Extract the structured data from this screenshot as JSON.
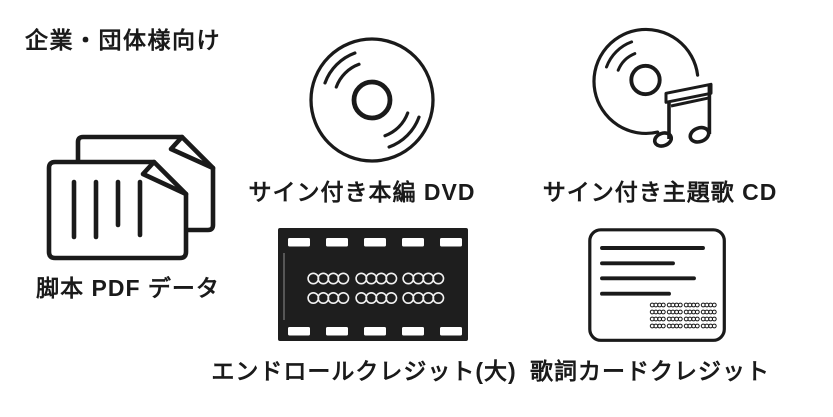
{
  "heading": "企業・団体様向け",
  "colors": {
    "ink": "#1a1a1a",
    "background": "#ffffff",
    "film_fill": "#1e1e1e",
    "film_detail": "#f2f2f2"
  },
  "items": [
    {
      "id": "script-pdf",
      "icon": "documents-icon",
      "label": "脚本 PDF データ"
    },
    {
      "id": "main-dvd",
      "icon": "dvd-disc-icon",
      "label": "サイン付き本編 DVD"
    },
    {
      "id": "theme-song-cd",
      "icon": "cd-music-note-icon",
      "label": "サイン付き主題歌 CD"
    },
    {
      "id": "endroll-credit",
      "icon": "film-strip-icon",
      "label": "エンドロールクレジット(大)"
    },
    {
      "id": "lyrics-credit",
      "icon": "lyrics-card-icon",
      "label": "歌詞カードクレジット"
    }
  ]
}
